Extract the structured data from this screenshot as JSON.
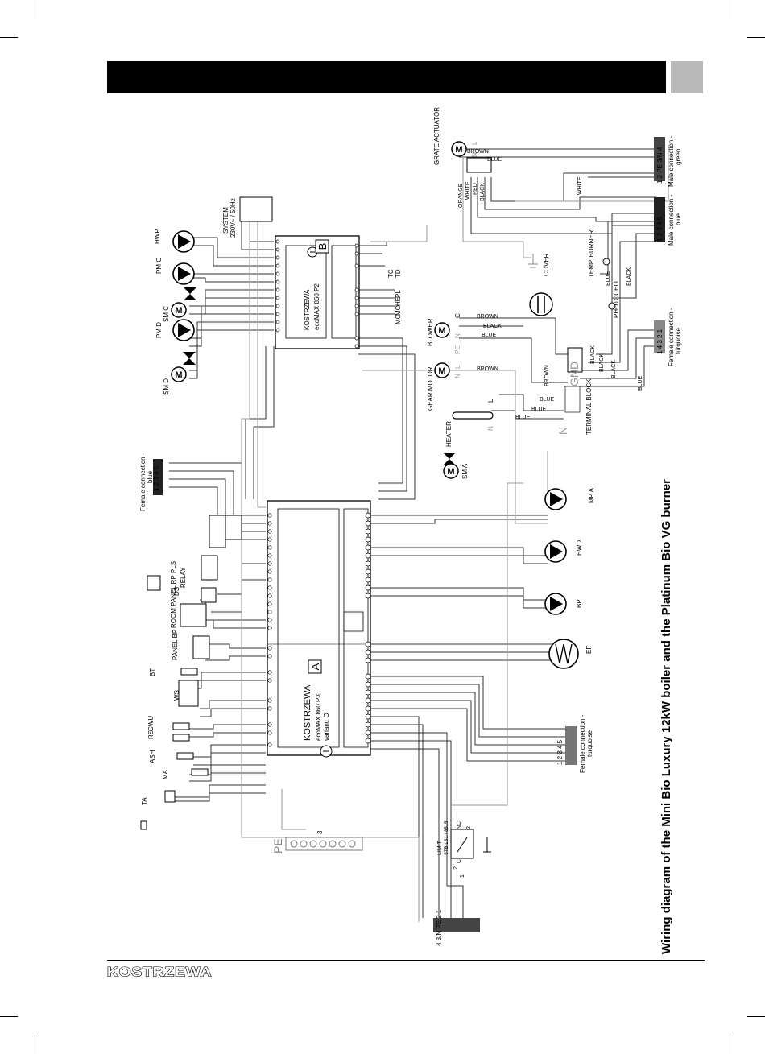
{
  "title": "Wiring diagram of the Mini Bio Luxury 12kW boiler and the Platinum Bio VG burner",
  "brand": "KOSTRZEWA",
  "controllers": {
    "a": {
      "brand": "KOSTRZEWA",
      "model": "ecoMAX 860 P3",
      "variant": "variant: O",
      "badge": "A"
    },
    "b": {
      "brand": "KOSTRZEWA",
      "model": "ecoMAX 860 P2",
      "badge": "B"
    }
  },
  "connectors": {
    "female_blue": {
      "label": "Female connection -",
      "color": "blue",
      "pins": "1 2 3 4 5"
    },
    "female_turquoise": {
      "label": "Female connection -",
      "color": "turquoise",
      "pins": "1 2 3 4 5"
    },
    "female_turquoise_burner": {
      "label": "Female connection -",
      "color": "turquoise",
      "pins": "1 4 3 2 1"
    },
    "male_blue": {
      "label": "Male connection -",
      "color": "blue",
      "pins": "1 2 3 4 5"
    },
    "male_green": {
      "label": "Male connection -",
      "color": "green",
      "pins": "1 2 PE 3/N 4"
    },
    "mains": {
      "pins": "4 3/N PE 2 1"
    }
  },
  "system": {
    "label": "SYSTEM",
    "value": "230V~ / 50Hz"
  },
  "pe_bar": {
    "label": "PE",
    "num": "3"
  },
  "limit": {
    "label": "LIMIT",
    "sublabel": "STB LS1 / 8515",
    "c": "C",
    "nc": "NC",
    "nr": "2",
    "one": "1",
    "two": "2"
  },
  "devices": {
    "ta": "TA",
    "ma": "MA",
    "ash": "ASH",
    "rs": "RS",
    "cwu": "CWU",
    "ws": "WS",
    "bt": "BT",
    "panel_bp": "PANEL BP",
    "room_panel_rp": "ROOM PANEL RP",
    "ds": "DS",
    "relay": "RELAY",
    "pls": "PLS",
    "sm_a": "SM A",
    "mp_a": "MP A",
    "hwd": "HWD",
    "bp": "BP",
    "ef": "EF",
    "sm_d": "SM D",
    "pm_d": "PM D",
    "sm_c": "SM C",
    "pm_c": "PM C",
    "hwp": "HWP",
    "grate_actuator": "GRATE ACTUATOR",
    "blower": "BLOWER",
    "gear_motor": "GEAR MOTOR",
    "heater": "HEATER",
    "cover": "COVER",
    "temp_burner": "TEMP. BURNER",
    "photocell": "PHOTOCELL",
    "terminal_block": "TERMINAL BLOCK",
    "gnd": "GND",
    "n": "N",
    "tc": "TC",
    "td": "TD",
    "pl": "PL",
    "he": "HE",
    "mo": "MO",
    "mc": "MC"
  },
  "wire_colors": {
    "brown": "BROWN",
    "blue": "BLUE",
    "black": "BLACK",
    "white": "WHITE",
    "orange": "ORANGE",
    "red": "RED"
  },
  "pin_letters": {
    "n": "N",
    "l": "L",
    "pe": "PE",
    "c": "C"
  },
  "colors": {
    "header": "#000000",
    "tab": "#b9b9b9",
    "wire": "#333333",
    "wire_light": "#9a9a9a"
  }
}
